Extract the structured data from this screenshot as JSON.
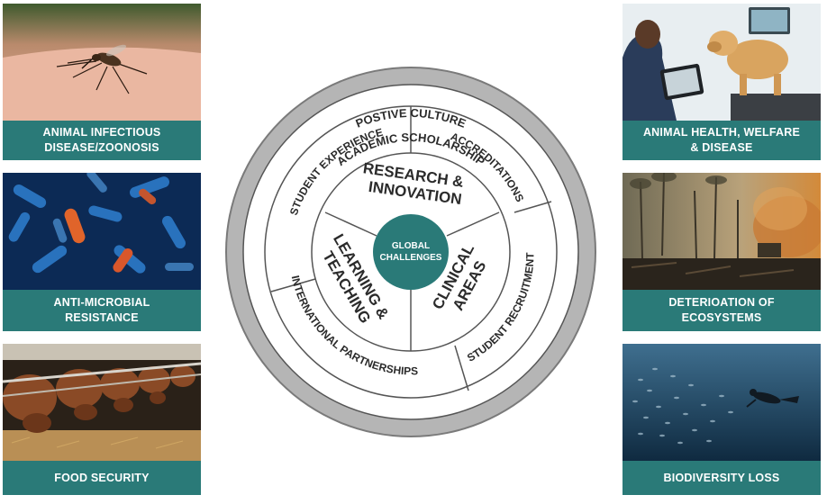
{
  "wheel": {
    "outer_ring": "POSTIVE CULTURE",
    "ring2": "ACADEMIC SCHOLARSHIP",
    "ring3_left": "STUDENT EXPERIENCE",
    "ring3_right": "ACCREDITATIONS",
    "ring3_bottom_left": "INTERNATIONAL PARTNERSHIPS",
    "ring3_bottom_right": "STUDENT RECRUITMENT",
    "inner_top_1": "RESEARCH &",
    "inner_top_2": "INNOVATION",
    "inner_left_1": "LEARNING &",
    "inner_left_2": "TEACHING",
    "inner_right_1": "CLINICAL",
    "inner_right_2": "AREAS",
    "center_1": "GLOBAL",
    "center_2": "CHALLENGES"
  },
  "colors": {
    "teal": "#2a7a78",
    "ring_grey": "#b5b5b5",
    "outline": "#555555"
  },
  "cards": {
    "left_top": {
      "line1": "ANIMAL INFECTIOUS",
      "line2": "DISEASE/ZOONOSIS",
      "icon": "mosquito-photo"
    },
    "left_mid": {
      "line1": "ANTI-MICROBIAL",
      "line2": "RESISTANCE",
      "icon": "bacteria-photo"
    },
    "left_bottom": {
      "line1": "FOOD SECURITY",
      "icon": "cattle-photo"
    },
    "right_top": {
      "line1": "ANIMAL HEALTH, WELFARE",
      "line2": "& DISEASE",
      "icon": "vet-dog-photo"
    },
    "right_mid": {
      "line1": "DETERIOATION OF",
      "line2": "ECOSYSTEMS",
      "icon": "deforestation-photo"
    },
    "right_bottom": {
      "line1": "BIODIVERSITY LOSS",
      "icon": "diver-fish-photo"
    }
  }
}
